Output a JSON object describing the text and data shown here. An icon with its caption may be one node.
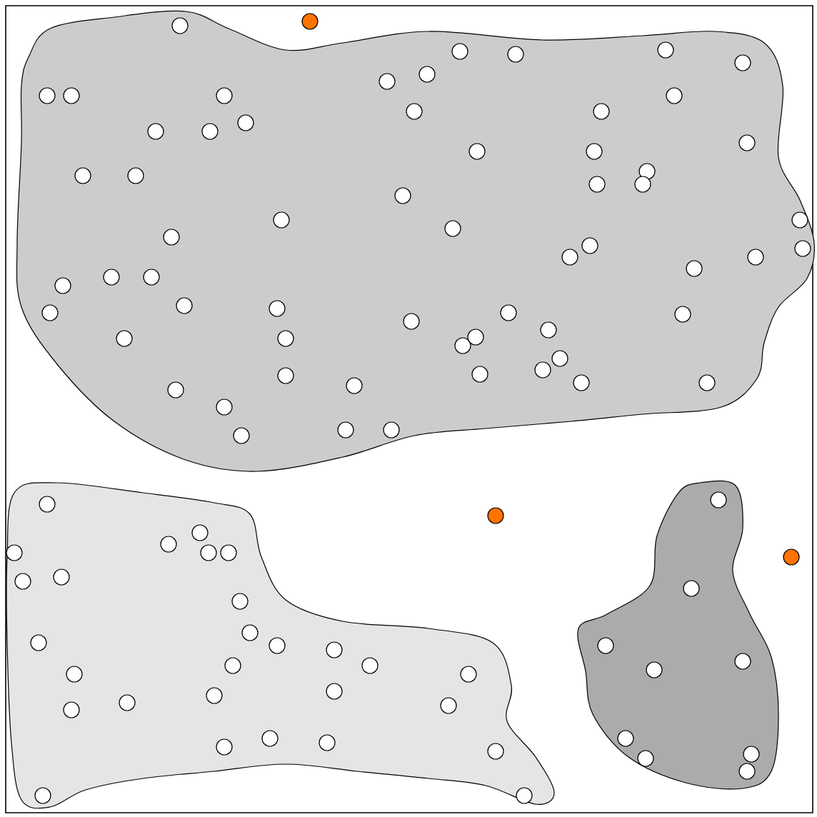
{
  "diagram": {
    "nodes": [
      {
        "text": [],
        "shape": "cloud"
      },
      {
        "text": [],
        "shape": "circle",
        "in": 0
      },
      {
        "text": [],
        "shape": "circle",
        "in": 0
      },
      {
        "text": [],
        "shape": "circle",
        "in": 0
      },
      {
        "text": [],
        "shape": "circle",
        "in": 0
      },
      {
        "text": [],
        "shape": "circle",
        "in": 0
      },
      {
        "text": [],
        "shape": "circle",
        "in": 0
      },
      {
        "text": [],
        "shape": "circle",
        "in": 0
      },
      {
        "text": [],
        "shape": "circle",
        "in": 0
      },
      {
        "text": [],
        "shape": "circle",
        "in": 0
      },
      {
        "text": [],
        "shape": "circle",
        "in": 0
      },
      {
        "text": [],
        "shape": "circle",
        "in": 0
      },
      {
        "text": [],
        "shape": "circle",
        "in": 0
      },
      {
        "text": [],
        "shape": "circle",
        "in": 0
      },
      {
        "text": [],
        "shape": "circle",
        "in": 0
      },
      {
        "text": [],
        "shape": "circle",
        "in": 0
      },
      {
        "text": [],
        "shape": "circle",
        "in": 0
      },
      {
        "text": [],
        "shape": "circle",
        "in": 0
      },
      {
        "text": [],
        "shape": "circle",
        "in": 0
      },
      {
        "text": [],
        "shape": "circle",
        "in": 0
      },
      {
        "text": [],
        "shape": "circle",
        "in": 0
      },
      {
        "text": [],
        "shape": "circle",
        "in": 0
      },
      {
        "text": [],
        "shape": "circle",
        "in": 0
      },
      {
        "text": [],
        "shape": "circle",
        "in": 0
      },
      {
        "text": [],
        "shape": "circle",
        "in": 0
      },
      {
        "text": [],
        "shape": "circle",
        "in": 0
      },
      {
        "text": [],
        "shape": "circle",
        "in": 0
      },
      {
        "text": [],
        "shape": "circle",
        "in": 0
      },
      {
        "text": [],
        "shape": "circle",
        "in": 0
      },
      {
        "text": [],
        "shape": "circle",
        "in": 0
      },
      {
        "text": [],
        "shape": "circle",
        "in": 0
      },
      {
        "text": [],
        "shape": "circle",
        "in": 0
      },
      {
        "text": [],
        "shape": "circle",
        "in": 0
      },
      {
        "text": [],
        "shape": "circle",
        "in": 0
      },
      {
        "text": [],
        "shape": "circle",
        "in": 0
      },
      {
        "text": [],
        "shape": "circle",
        "in": 0
      },
      {
        "text": [],
        "shape": "circle",
        "in": 0
      },
      {
        "text": [],
        "shape": "circle",
        "in": 0
      },
      {
        "text": [],
        "shape": "circle",
        "in": 0
      },
      {
        "text": [],
        "shape": "circle",
        "in": 0
      },
      {
        "text": [],
        "shape": "circle",
        "in": 0
      },
      {
        "text": [],
        "shape": "circle",
        "in": 0
      },
      {
        "text": [],
        "shape": "circle",
        "in": 0
      },
      {
        "text": [],
        "shape": "circle",
        "in": 0
      },
      {
        "text": [],
        "shape": "circle",
        "in": 0
      },
      {
        "text": [],
        "shape": "circle",
        "in": 0
      },
      {
        "text": [],
        "shape": "circle",
        "in": 0
      },
      {
        "text": [],
        "shape": "circle",
        "in": 0
      },
      {
        "text": [],
        "shape": "circle",
        "in": 0
      },
      {
        "text": [],
        "shape": "circle",
        "in": 0
      },
      {
        "text": [],
        "shape": "circle",
        "in": 0
      },
      {
        "text": [],
        "shape": "circle",
        "in": 0
      },
      {
        "text": [],
        "shape": "circle",
        "in": 0
      },
      {
        "text": [],
        "shape": "circle",
        "in": 0
      },
      {
        "text": [],
        "shape": "circle",
        "in": 0
      },
      {
        "text": [],
        "shape": "circle",
        "in": 0
      },
      {
        "text": [],
        "shape": "circle",
        "in": 0
      },
      {
        "text": [],
        "shape": "circle",
        "in": 0
      },
      {
        "text": [],
        "shape": "circle",
        "in": 0
      },
      {
        "text": [],
        "shape": "circle",
        "in": 0
      },
      {
        "text": [],
        "shape": "circle",
        "in": 0
      },
      {
        "text": [],
        "shape": "cloud"
      },
      {
        "text": [],
        "shape": "circle",
        "in": 61
      },
      {
        "text": [],
        "shape": "circle",
        "in": 61
      },
      {
        "text": [],
        "shape": "circle",
        "in": 61
      },
      {
        "text": [],
        "shape": "circle",
        "in": 61
      },
      {
        "text": [],
        "shape": "circle",
        "in": 61
      },
      {
        "text": [],
        "shape": "circle",
        "in": 61
      },
      {
        "text": [],
        "shape": "circle",
        "in": 61
      },
      {
        "text": [],
        "shape": "circle",
        "in": 61
      },
      {
        "text": [],
        "shape": "circle",
        "in": 61
      },
      {
        "text": [],
        "shape": "circle",
        "in": 61
      },
      {
        "text": [],
        "shape": "circle",
        "in": 61
      },
      {
        "text": [],
        "shape": "circle",
        "in": 61
      },
      {
        "text": [],
        "shape": "circle",
        "in": 61
      },
      {
        "text": [],
        "shape": "circle",
        "in": 61
      },
      {
        "text": [],
        "shape": "circle",
        "in": 61
      },
      {
        "text": [],
        "shape": "circle",
        "in": 61
      },
      {
        "text": [],
        "shape": "circle",
        "in": 61
      },
      {
        "text": [],
        "shape": "circle",
        "in": 61
      },
      {
        "text": [],
        "shape": "circle",
        "in": 61
      },
      {
        "text": [],
        "shape": "circle",
        "in": 61
      },
      {
        "text": [],
        "shape": "circle",
        "in": 61
      },
      {
        "text": [],
        "shape": "circle",
        "in": 61
      },
      {
        "text": [],
        "shape": "circle",
        "in": 61
      },
      {
        "text": [],
        "shape": "circle",
        "in": 61
      },
      {
        "text": [],
        "shape": "circle",
        "in": 61
      },
      {
        "text": [],
        "shape": "circle",
        "in": 61
      },
      {
        "text": [],
        "shape": "circle",
        "in": 61
      },
      {
        "text": [],
        "shape": "circle",
        "in": 61
      },
      {
        "text": [],
        "shape": "cloud"
      },
      {
        "text": [],
        "shape": "circle",
        "in": 90
      },
      {
        "text": [],
        "shape": "circle",
        "in": 90
      },
      {
        "text": [],
        "shape": "circle",
        "in": 90
      },
      {
        "text": [],
        "shape": "circle",
        "in": 90
      },
      {
        "text": [],
        "shape": "circle",
        "in": 90
      },
      {
        "text": [],
        "shape": "circle",
        "in": 90
      },
      {
        "text": [],
        "shape": "circle",
        "in": 90
      },
      {
        "text": [],
        "shape": "circle",
        "in": 90
      },
      {
        "text": [],
        "shape": "circle",
        "in": 90
      },
      {
        "text": [],
        "shape": "circle"
      },
      {
        "text": [],
        "shape": "circle"
      },
      {
        "text": [],
        "shape": "circle"
      }
    ]
  }
}
